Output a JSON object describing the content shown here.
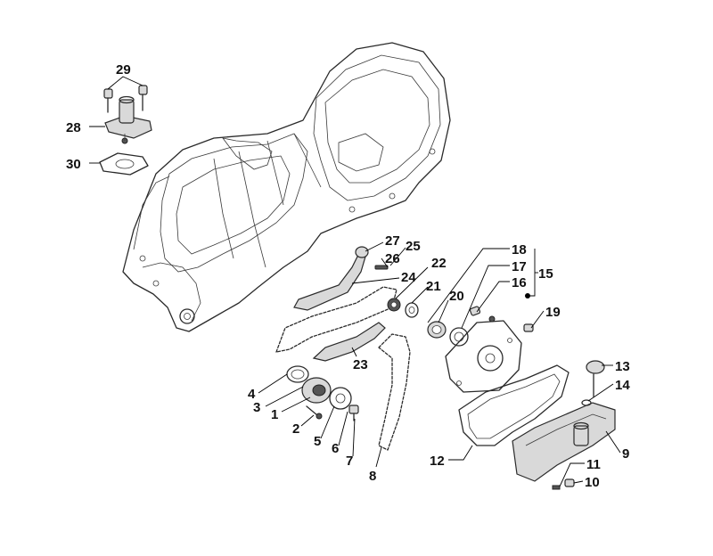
{
  "callouts": [
    {
      "id": "29",
      "label": "29"
    },
    {
      "id": "28",
      "label": "28"
    },
    {
      "id": "30",
      "label": "30"
    },
    {
      "id": "27",
      "label": "27"
    },
    {
      "id": "25",
      "label": "25"
    },
    {
      "id": "26",
      "label": "26"
    },
    {
      "id": "24",
      "label": "24"
    },
    {
      "id": "22",
      "label": "22"
    },
    {
      "id": "21",
      "label": "21"
    },
    {
      "id": "20",
      "label": "20"
    },
    {
      "id": "18",
      "label": "18"
    },
    {
      "id": "17",
      "label": "17"
    },
    {
      "id": "16",
      "label": "16"
    },
    {
      "id": "15",
      "label": "15"
    },
    {
      "id": "19",
      "label": "19"
    },
    {
      "id": "23",
      "label": "23"
    },
    {
      "id": "13",
      "label": "13"
    },
    {
      "id": "14",
      "label": "14"
    },
    {
      "id": "4",
      "label": "4"
    },
    {
      "id": "3",
      "label": "3"
    },
    {
      "id": "1",
      "label": "1"
    },
    {
      "id": "2",
      "label": "2"
    },
    {
      "id": "5",
      "label": "5"
    },
    {
      "id": "6",
      "label": "6"
    },
    {
      "id": "7",
      "label": "7"
    },
    {
      "id": "8",
      "label": "8"
    },
    {
      "id": "12",
      "label": "12"
    },
    {
      "id": "9",
      "label": "9"
    },
    {
      "id": "11",
      "label": "11"
    },
    {
      "id": "10",
      "label": "10"
    }
  ]
}
